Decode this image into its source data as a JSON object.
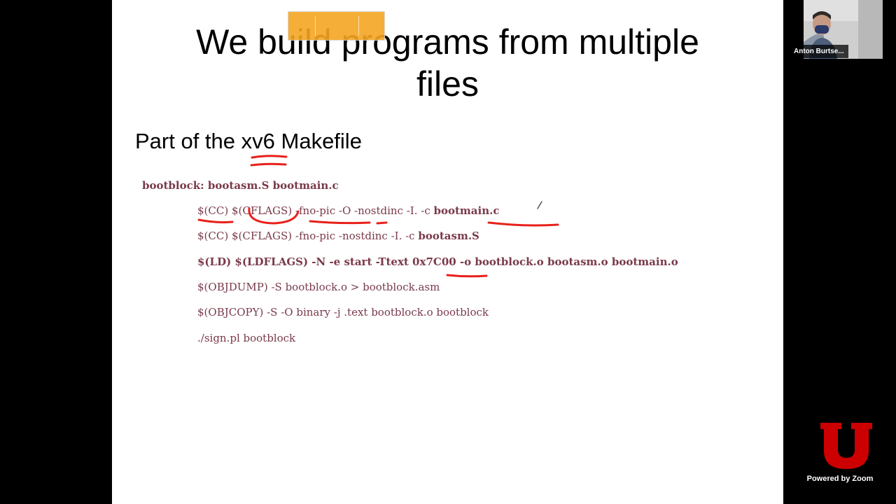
{
  "slide": {
    "title_line1": "We build programs from multiple",
    "title_line2": "files",
    "subtitle_pre": "Part of the ",
    "subtitle_emph": "xv6",
    "subtitle_post": " Makefile",
    "code": {
      "target": "bootblock: bootasm.S bootmain.c",
      "line1_cmd": "$(CC) $(CFLAGS) -fno-pic -O -nostdinc -I. -c ",
      "line1_file": "bootmain.c",
      "line2_cmd": "$(CC) $(CFLAGS) -fno-pic -nostdinc -I. -c ",
      "line2_file": "bootasm.S",
      "line3": "$(LD) $(LDFLAGS) -N -e start -Ttext 0x7C00 -o bootblock.o bootasm.o bootmain.o",
      "line4": "$(OBJDUMP) -S bootblock.o > bootblock.asm",
      "line5": "$(OBJCOPY) -S -O binary -j .text bootblock.o bootblock",
      "line6": "./sign.pl bootblock"
    },
    "annotation_color": "#e8201a"
  },
  "zoom": {
    "participant_name": "Anton Burtse...",
    "powered_by": "Powered by Zoom",
    "toolbar_color": "#f5a623"
  },
  "branding": {
    "logo_color": "#cc0000"
  }
}
